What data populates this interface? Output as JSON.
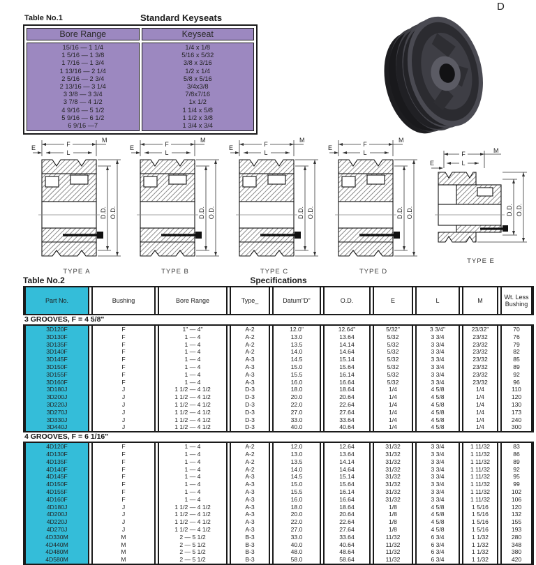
{
  "page": {
    "corner_label": "D"
  },
  "colors": {
    "purple": "#9c88c0",
    "cyan": "#34bdd9",
    "line": "#1a1a1a"
  },
  "table1": {
    "label": "Table No.1",
    "title": "Standard Keyseats",
    "columns": [
      "Bore Range",
      "Keyseat"
    ],
    "rows": [
      [
        "15/16 — 1 1/4",
        "1/4 x 1/8"
      ],
      [
        "1 5/16 — 1 3/8",
        "5/16 x 5/32"
      ],
      [
        "1 7/16 — 1 3/4",
        "3/8 x 3/16"
      ],
      [
        "1 13/16 — 2 1/4",
        "1/2 x 1/4"
      ],
      [
        "2 5/16 — 2 3/4",
        "5/8 x 5/16"
      ],
      [
        "2 13/16 — 3 1/4",
        "3/4x3/8"
      ],
      [
        "3 3/8 — 3 3/4",
        "7/8x7/16"
      ],
      [
        "3 7/8 — 4 1/2",
        "1x 1/2"
      ],
      [
        "4 9/16 — 5 1/2",
        "1 1/4 x 5/8"
      ],
      [
        "5 9/16 — 6 1/2",
        "1 1/2 x 3/8"
      ],
      [
        "6 9/16 —7",
        "1 3/4 x 3/4"
      ]
    ]
  },
  "diagrams": {
    "dim_labels": {
      "e": "E",
      "f": "F",
      "l": "L",
      "m": "M",
      "dd": "D.D.",
      "od": "O.D."
    },
    "captions": [
      "TYPE A",
      "TYPE B",
      "TYPE C",
      "TYPE D",
      "TYPE E"
    ]
  },
  "table2": {
    "label": "Table No.2",
    "title": "Specifications",
    "columns": [
      "Part No.",
      "Bushing",
      "Bore  Range",
      "Type_",
      "Datum\"D\"",
      "O.D.",
      "E",
      "L",
      "M",
      "Wt.  Less Bushing"
    ],
    "sections": [
      {
        "heading": "3 GROOVES, F = 4 5/8\"",
        "rows": [
          [
            "3D120F",
            "F",
            "1\" — 4\"",
            "A-2",
            "12.0\"",
            "12.64\"",
            "5/32\"",
            "3 3/4\"",
            "23/32\"",
            "70"
          ],
          [
            "3D130F",
            "F",
            "1 — 4",
            "A-2",
            "13.0",
            "13.64",
            "5/32",
            "3 3/4",
            "23/32",
            "76"
          ],
          [
            "3D135F",
            "F",
            "1 — 4",
            "A-2",
            "13.5",
            "14.14",
            "5/32",
            "3 3/4",
            "23/32",
            "79"
          ],
          [
            "3D140F",
            "F",
            "1 — 4",
            "A-2",
            "14.0",
            "14.64",
            "5/32",
            "3 3/4",
            "23/32",
            "82"
          ],
          [
            "3D145F",
            "F",
            "1 — 4",
            "A-3",
            "14.5",
            "15.14",
            "5/32",
            "3 3/4",
            "23/32",
            "85"
          ],
          [
            "3D150F",
            "F",
            "1 — 4",
            "A-3",
            "15.0",
            "15.64",
            "5/32",
            "3 3/4",
            "23/32",
            "89"
          ],
          [
            "3D155F",
            "F",
            "1 — 4",
            "A-3",
            "15.5",
            "16.14",
            "5/32",
            "3 3/4",
            "23/32",
            "92"
          ],
          [
            "3D160F",
            "F",
            "1 — 4",
            "A-3",
            "16.0",
            "16.64",
            "5/32",
            "3 3/4",
            "23/32",
            "96"
          ],
          [
            "3D180J",
            "J",
            "1 1/2 — 4 1/2",
            "D-3",
            "18.0",
            "18.64",
            "1/4",
            "4 5/8",
            "1/4",
            "110"
          ],
          [
            "3D200J",
            "J",
            "1 1/2 — 4 1/2",
            "D-3",
            "20.0",
            "20.64",
            "1/4",
            "4 5/8",
            "1/4",
            "120"
          ],
          [
            "3D220J",
            "J",
            "1 1/2 — 4 1/2",
            "D-3",
            "22.0",
            "22.64",
            "1/4",
            "4 5/8",
            "1/4",
            "130"
          ],
          [
            "3D270J",
            "J",
            "1 1/2 — 4 1/2",
            "D-3",
            "27.0",
            "27.64",
            "1/4",
            "4 5/8",
            "1/4",
            "173"
          ],
          [
            "3D330J",
            "J",
            "1 1/2 — 4 1/2",
            "D-3",
            "33.0",
            "33.64",
            "1/4",
            "4 5/8",
            "1/4",
            "240"
          ],
          [
            "3D440J",
            "J",
            "1 1/2 — 4 1/2",
            "D-3",
            "40.0",
            "40.64",
            "1/4",
            "4 5/8",
            "1/4",
            "300"
          ]
        ]
      },
      {
        "heading": "4 GROOVES, F = 6 1/16\"",
        "rows": [
          [
            "4D120F",
            "F",
            "1 — 4",
            "A-2",
            "12.0",
            "12.64",
            "31/32",
            "3 3/4",
            "1 11/32",
            "83"
          ],
          [
            "4D130F",
            "F",
            "1 — 4",
            "A-2",
            "13.0",
            "13.64",
            "31/32",
            "3 3/4",
            "1 11/32",
            "86"
          ],
          [
            "4D135F",
            "F",
            "1 — 4",
            "A-2",
            "13.5",
            "14.14",
            "31/32",
            "3 3/4",
            "1 11/32",
            "89"
          ],
          [
            "4D140F",
            "F",
            "1 — 4",
            "A-2",
            "14.0",
            "14.64",
            "31/32",
            "3 3/4",
            "1 11/32",
            "92"
          ],
          [
            "4D145F",
            "F",
            "1 — 4",
            "A-3",
            "14.5",
            "15.14",
            "31/32",
            "3 3/4",
            "1 11/32",
            "95"
          ],
          [
            "4D150F",
            "F",
            "1 — 4",
            "A-3",
            "15.0",
            "15.64",
            "31/32",
            "3 3/4",
            "1 11/32",
            "99"
          ],
          [
            "4D155F",
            "F",
            "1 — 4",
            "A-3",
            "15.5",
            "16.14",
            "31/32",
            "3 3/4",
            "1 11/32",
            "102"
          ],
          [
            "4D160F",
            "F",
            "1 — 4",
            "A-3",
            "16.0",
            "16.64",
            "31/32",
            "3 3/4",
            "1 11/32",
            "106"
          ],
          [
            "4D180J",
            "J",
            "1 1/2 — 4 1/2",
            "A-3",
            "18.0",
            "18.64",
            "1/8",
            "4 5/8",
            "1 5/16",
            "120"
          ],
          [
            "4D200J",
            "J",
            "1 1/2 — 4 1/2",
            "A-3",
            "20.0",
            "20.64",
            "1/8",
            "4 5/8",
            "1 5/16",
            "132"
          ],
          [
            "4D220J",
            "J",
            "1 1/2 — 4 1/2",
            "A-3",
            "22.0",
            "22.64",
            "1/8",
            "4 5/8",
            "1 5/16",
            "155"
          ],
          [
            "4D270J",
            "J",
            "1 1/2 — 4 1/2",
            "A-3",
            "27.0",
            "27.64",
            "1/8",
            "4 5/8",
            "1 5/16",
            "193"
          ],
          [
            "4D330M",
            "M",
            "2 — 5 1/2",
            "B-3",
            "33.0",
            "33.64",
            "11/32",
            "6 3/4",
            "1 1/32",
            "280"
          ],
          [
            "4D440M",
            "M",
            "2 — 5 1/2",
            "B-3",
            "40.0",
            "40.64",
            "11/32",
            "6 3/4",
            "1 1/32",
            "348"
          ],
          [
            "4D480M",
            "M",
            "2 — 5 1/2",
            "B-3",
            "48.0",
            "48.64",
            "11/32",
            "6 3/4",
            "1 1/32",
            "380"
          ],
          [
            "4D580M",
            "M",
            "2 — 5 1/2",
            "B-3",
            "58.0",
            "58.64",
            "11/32",
            "6 3/4",
            "1 1/32",
            "420"
          ]
        ]
      }
    ]
  }
}
